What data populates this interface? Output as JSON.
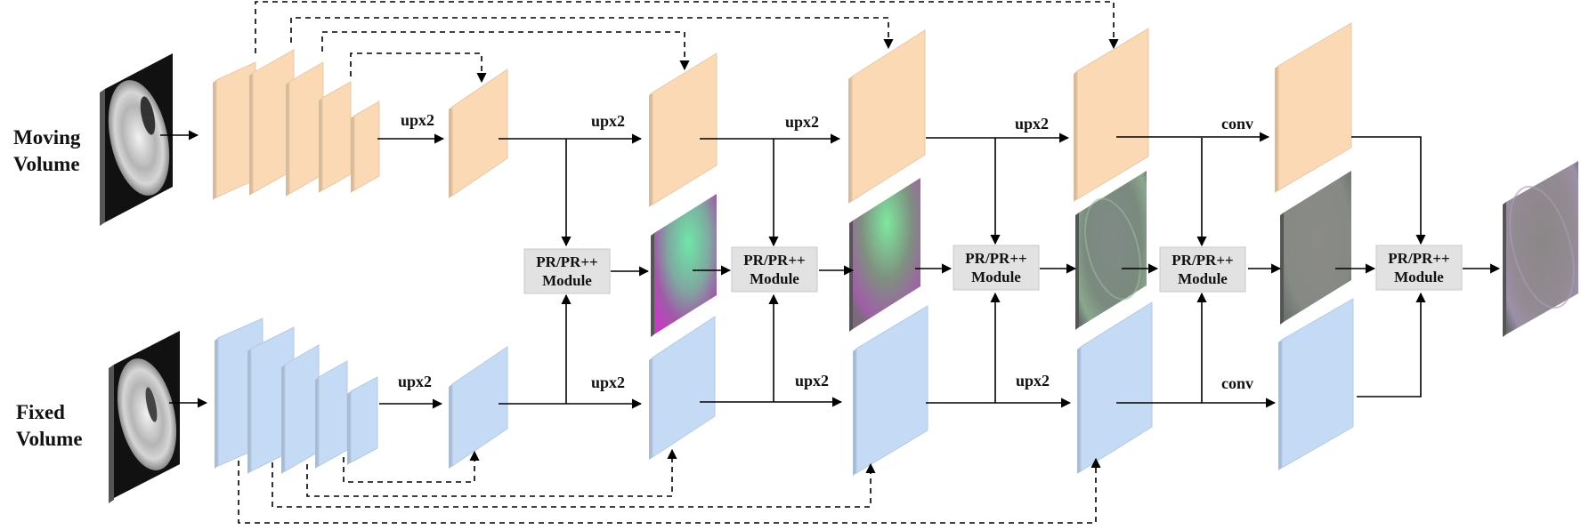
{
  "inputs": {
    "moving": {
      "line1": "Moving",
      "line2": "Volume"
    },
    "fixed": {
      "line1": "Fixed",
      "line2": "Volume"
    }
  },
  "ops": {
    "moving": [
      "upx2",
      "upx2",
      "upx2",
      "upx2",
      "conv"
    ],
    "fixed": [
      "upx2",
      "upx2",
      "upx2",
      "upx2",
      "conv"
    ]
  },
  "module": {
    "line1": "PR/PR++",
    "line2": "Module"
  },
  "colors": {
    "moving_feature": "#fbd9b5",
    "fixed_feature": "#c5dbf5",
    "module_box": "#e2e2e2",
    "arrow": "#000000"
  }
}
